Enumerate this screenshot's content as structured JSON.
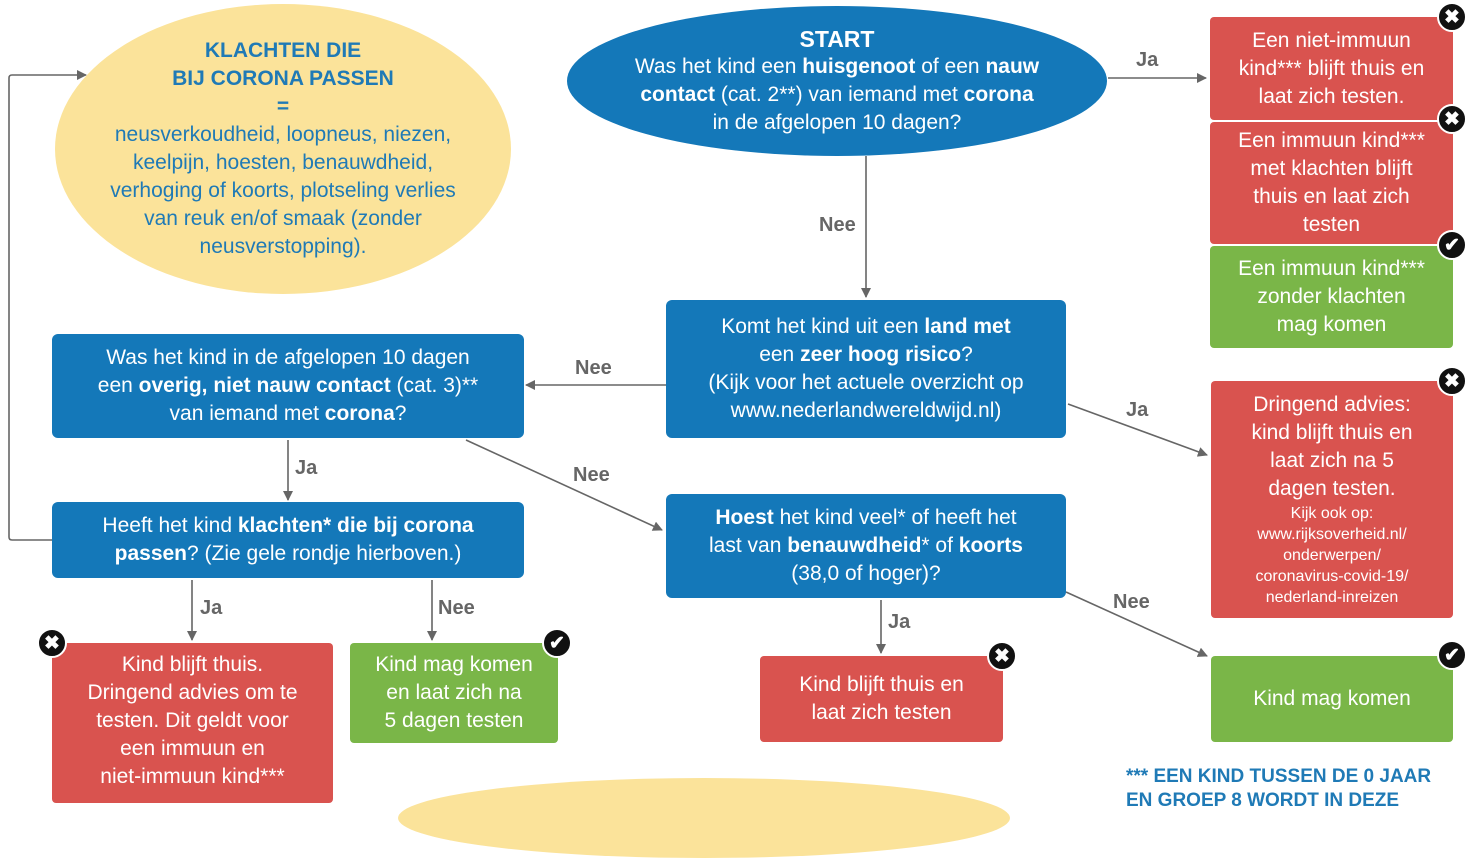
{
  "colors": {
    "blue": "#1478b9",
    "red": "#d9534f",
    "green": "#7ab648",
    "yellow": "#fbe39a",
    "connector": "#666666"
  },
  "symptoms": {
    "title1": "KLACHTEN DIE",
    "title2": "BIJ CORONA PASSEN",
    "equals": "=",
    "l1": "neusverkoudheid, loopneus, niezen,",
    "l2": "keelpijn, hoesten, benauwdheid,",
    "l3": "verhoging of koorts, plotseling verlies",
    "l4": "van reuk en/of smaak (zonder",
    "l5": "neusverstopping)."
  },
  "start": {
    "title": "START",
    "l1a": "Was het kind een ",
    "l1b": "huisgenoot",
    "l1c": " of een ",
    "l1d": "nauw",
    "l2a": "contact",
    "l2b": " (cat. 2**) van iemand met ",
    "l2c": "corona",
    "l3": "in de afgelopen 10 dagen?"
  },
  "risk_country": {
    "l1a": "Komt het kind uit een ",
    "l1b": "land met",
    "l2a": "een ",
    "l2b": "zeer hoog risico",
    "l2c": "?",
    "l3": "(Kijk voor het actuele overzicht op",
    "l4": "www.nederlandwereldwijd.nl)"
  },
  "other_contact": {
    "l1": "Was het kind in de afgelopen 10 dagen",
    "l2a": "een ",
    "l2b": "overig, niet nauw contact",
    "l2c": " (cat. 3)**",
    "l3a": "van iemand met ",
    "l3b": "corona",
    "l3c": "?"
  },
  "has_symptoms": {
    "l1a": "Heeft het kind ",
    "l1b": "klachten* die bij corona",
    "l2a": "passen",
    "l2b": "? (Zie gele rondje hierboven.)"
  },
  "cough": {
    "l1a": "Hoest",
    "l1b": " het kind veel* of heeft het",
    "l2a": "last van ",
    "l2b": "benauwdheid",
    "l2c": "* of ",
    "l2d": "koorts",
    "l3": "(38,0 of hoger)?"
  },
  "outcomes": {
    "non_immune": {
      "l1": "Een niet-immuun",
      "l2": "kind*** blijft thuis en",
      "l3": "laat zich testen."
    },
    "immune_sym": {
      "l1": "Een immuun kind***",
      "l2": "met klachten blijft",
      "l3": "thuis en laat zich",
      "l4": "testen"
    },
    "immune_nosym": {
      "l1": "Een immuun kind***",
      "l2": "zonder klachten",
      "l3": "mag komen"
    },
    "urgent": {
      "l1": "Dringend advies:",
      "l2": "kind blijft thuis en",
      "l3": "laat zich na 5",
      "l4": "dagen testen.",
      "s1": "Kijk ook op:",
      "s2": "www.rijksoverheid.nl/",
      "s3": "onderwerpen/",
      "s4": "coronavirus-covid-19/",
      "s5": "nederland-inreizen"
    },
    "stay_home_test": {
      "l1": "Kind blijft thuis.",
      "l2": "Dringend advies om te",
      "l3": "testen. Dit geldt voor",
      "l4": "een immuun en",
      "l5": "niet-immuun kind***"
    },
    "may_come_test": {
      "l1": "Kind mag komen",
      "l2": "en laat zich na",
      "l3": "5 dagen testen"
    },
    "home_test": {
      "l1": "Kind blijft thuis en",
      "l2": "laat zich testen"
    },
    "may_come": {
      "l1": "Kind mag komen"
    }
  },
  "labels": {
    "yes": "Ja",
    "no": "Nee"
  },
  "badges": {
    "cross": "✖",
    "check": "✔"
  },
  "footnote": {
    "l1": "*** EEN KIND TUSSEN DE 0 JAAR",
    "l2": "EN GROEP 8 WORDT IN DEZE"
  }
}
